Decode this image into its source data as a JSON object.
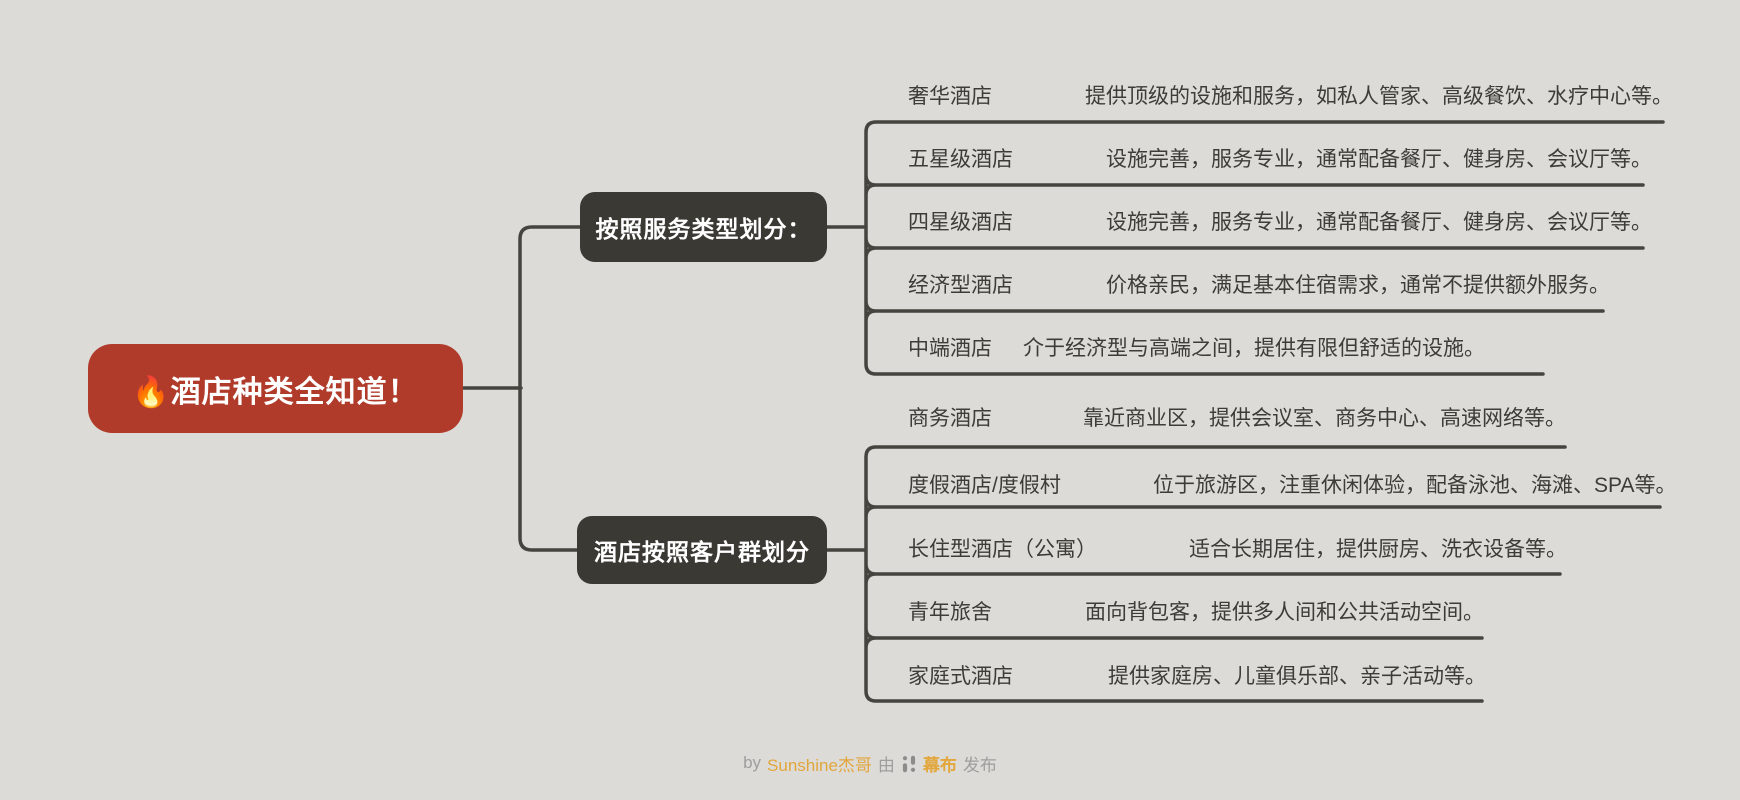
{
  "root": {
    "title": "🔥酒店种类全知道！"
  },
  "branches": [
    {
      "title": "按照服务类型划分：",
      "children": [
        {
          "label": "奢华酒店",
          "desc": "提供顶级的设施和服务，如私人管家、高级餐饮、水疗中心等。"
        },
        {
          "label": "五星级酒店",
          "desc": "设施完善，服务专业，通常配备餐厅、健身房、会议厅等。"
        },
        {
          "label": "四星级酒店",
          "desc": "设施完善，服务专业，通常配备餐厅、健身房、会议厅等。"
        },
        {
          "label": "经济型酒店",
          "desc": "价格亲民，满足基本住宿需求，通常不提供额外服务。"
        },
        {
          "label": "中端酒店",
          "desc": "介于经济型与高端之间，提供有限但舒适的设施。"
        }
      ]
    },
    {
      "title": "酒店按照客户群划分",
      "children": [
        {
          "label": "商务酒店",
          "desc": "靠近商业区，提供会议室、商务中心、高速网络等。"
        },
        {
          "label": "度假酒店/度假村",
          "desc": "位于旅游区，注重休闲体验，配备泳池、海滩、SPA等。"
        },
        {
          "label": "长住型酒店（公寓）",
          "desc": "适合长期居住，提供厨房、洗衣设备等。"
        },
        {
          "label": "青年旅舍",
          "desc": "面向背包客，提供多人间和公共活动空间。"
        },
        {
          "label": "家庭式酒店",
          "desc": "提供家庭房、儿童俱乐部、亲子活动等。"
        }
      ]
    }
  ],
  "footer": {
    "by": "by",
    "author": "Sunshine杰哥",
    "via": "由",
    "brand": "幕布",
    "publish": "发布",
    "mubu_logo_icon": "mubu-logo-icon"
  },
  "colors": {
    "background": "#dcdbd8",
    "root_fill": "#b13b2a",
    "branch_fill": "#3a3934",
    "connector": "#45443e",
    "leaf_text": "#3d3c37",
    "footer_text": "#9e9e9c",
    "footer_accent": "#e3a63b"
  }
}
